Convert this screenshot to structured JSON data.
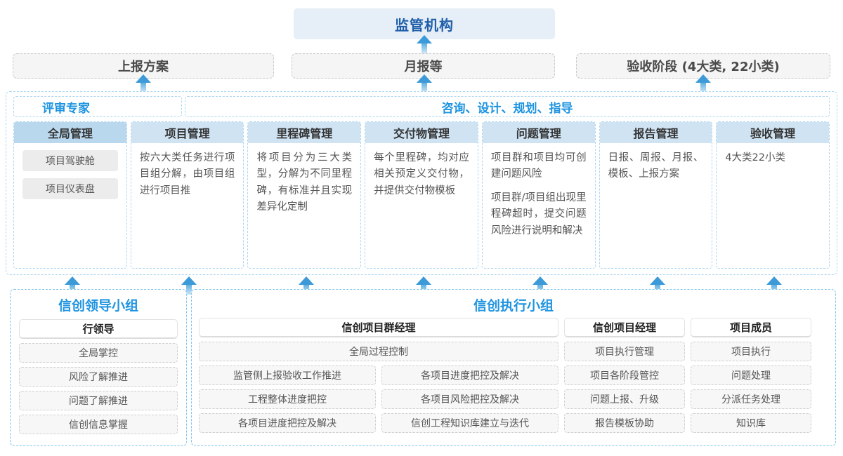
{
  "top": {
    "authority": "监管机构",
    "submissions": [
      {
        "label": "上报方案"
      },
      {
        "label": "月报等"
      },
      {
        "label": "验收阶段 (4大类, 22小类)"
      }
    ]
  },
  "middle": {
    "band_left": "评审专家",
    "band_right": "咨询、设计、规划、指导",
    "columns": [
      {
        "title": "全局管理",
        "accent": true,
        "pills": [
          "项目驾驶舱",
          "项目仪表盘"
        ],
        "paragraphs": []
      },
      {
        "title": "项目管理",
        "accent": false,
        "pills": [],
        "paragraphs": [
          "按六大类任务进行项目组分解，由项目组进行项目推"
        ]
      },
      {
        "title": "里程碑管理",
        "accent": false,
        "pills": [],
        "paragraphs": [
          "将项目分为三大类型，分解为不同里程碑，有标准并且实现差异化定制"
        ]
      },
      {
        "title": "交付物管理",
        "accent": false,
        "pills": [],
        "paragraphs": [
          "每个里程碑，均对应相关预定义交付物，并提供交付物模板"
        ]
      },
      {
        "title": "问题管理",
        "accent": false,
        "pills": [],
        "paragraphs": [
          "项目群和项目均可创建问题风险",
          "项目群/项目组出现里程碑超时，提交问题风险进行说明和解决"
        ]
      },
      {
        "title": "报告管理",
        "accent": false,
        "pills": [],
        "paragraphs": [
          "日报、周报、月报、模板、上报方案"
        ]
      },
      {
        "title": "验收管理",
        "accent": false,
        "pills": [],
        "paragraphs": [
          "4大类22小类"
        ]
      }
    ]
  },
  "bottom": {
    "left_group": {
      "title": "信创领导小组",
      "head": "行领导",
      "items": [
        "全局掌控",
        "风险了解推进",
        "问题了解推进",
        "信创信息掌握"
      ]
    },
    "right_group": {
      "title": "信创执行小组",
      "pm_group": {
        "head": "信创项目群经理",
        "full_width_item": "全局过程控制",
        "left_items": [
          "监管侧上报验收工作推进",
          "工程整体进度把控",
          "各项目进度把控及解决"
        ],
        "right_items": [
          "各项目进度把控及解决",
          "各项目风险把控及解决",
          "信创工程知识库建立与迭代"
        ]
      },
      "pm_single": {
        "head": "信创项目经理",
        "items": [
          "项目执行管理",
          "项目各阶段管控",
          "问题上报、升级",
          "报告模板协助"
        ]
      },
      "members": {
        "head": "项目成员",
        "items": [
          "项目执行",
          "问题处理",
          "分派任务处理",
          "知识库"
        ]
      }
    }
  },
  "colors": {
    "accent_blue": "#1f94e0",
    "title_blue": "#1f5fa9",
    "header_fill": "#cfe3f3",
    "header_fill_accent": "#b9d8ee",
    "arrow_blue": "#3d9ad8"
  }
}
